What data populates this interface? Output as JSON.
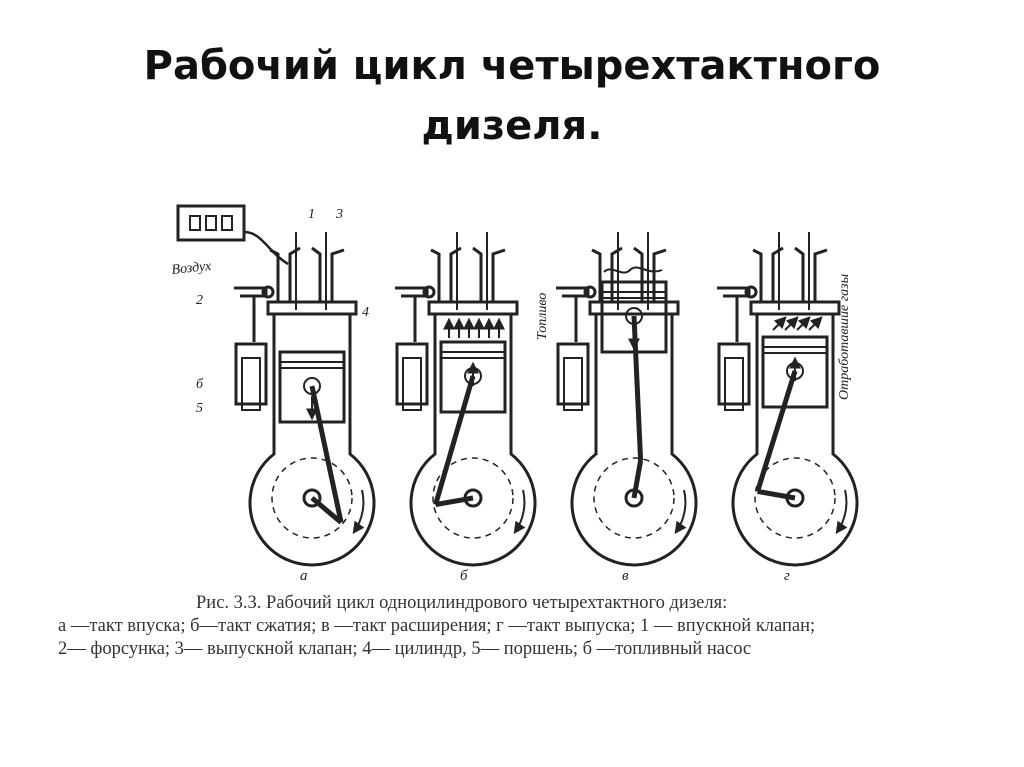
{
  "title": {
    "line1": "Рабочий цикл четырехтактного",
    "line2": "дизеля."
  },
  "diagram": {
    "labels": {
      "air": "Воздух",
      "fuel": "Топливо",
      "exhaust": "Отработавшие газы",
      "n1": "1",
      "n2": "2",
      "n3": "3",
      "n4": "4",
      "n5": "5",
      "n6": "б"
    },
    "stage_letters": [
      "а",
      "б",
      "в",
      "г"
    ]
  },
  "caption": {
    "line1": "Рис. 3.3. Рабочий цикл одноцилиндрового четырехтактного дизеля:",
    "line2": "а —такт впуска; б—такт сжатия; в —такт расширения; г —такт выпуска; 1 — впускной клапан;",
    "line3": "2— форсунка; 3— выпускной клапан; 4— цилиндр, 5— поршень; б —топливный насос"
  }
}
